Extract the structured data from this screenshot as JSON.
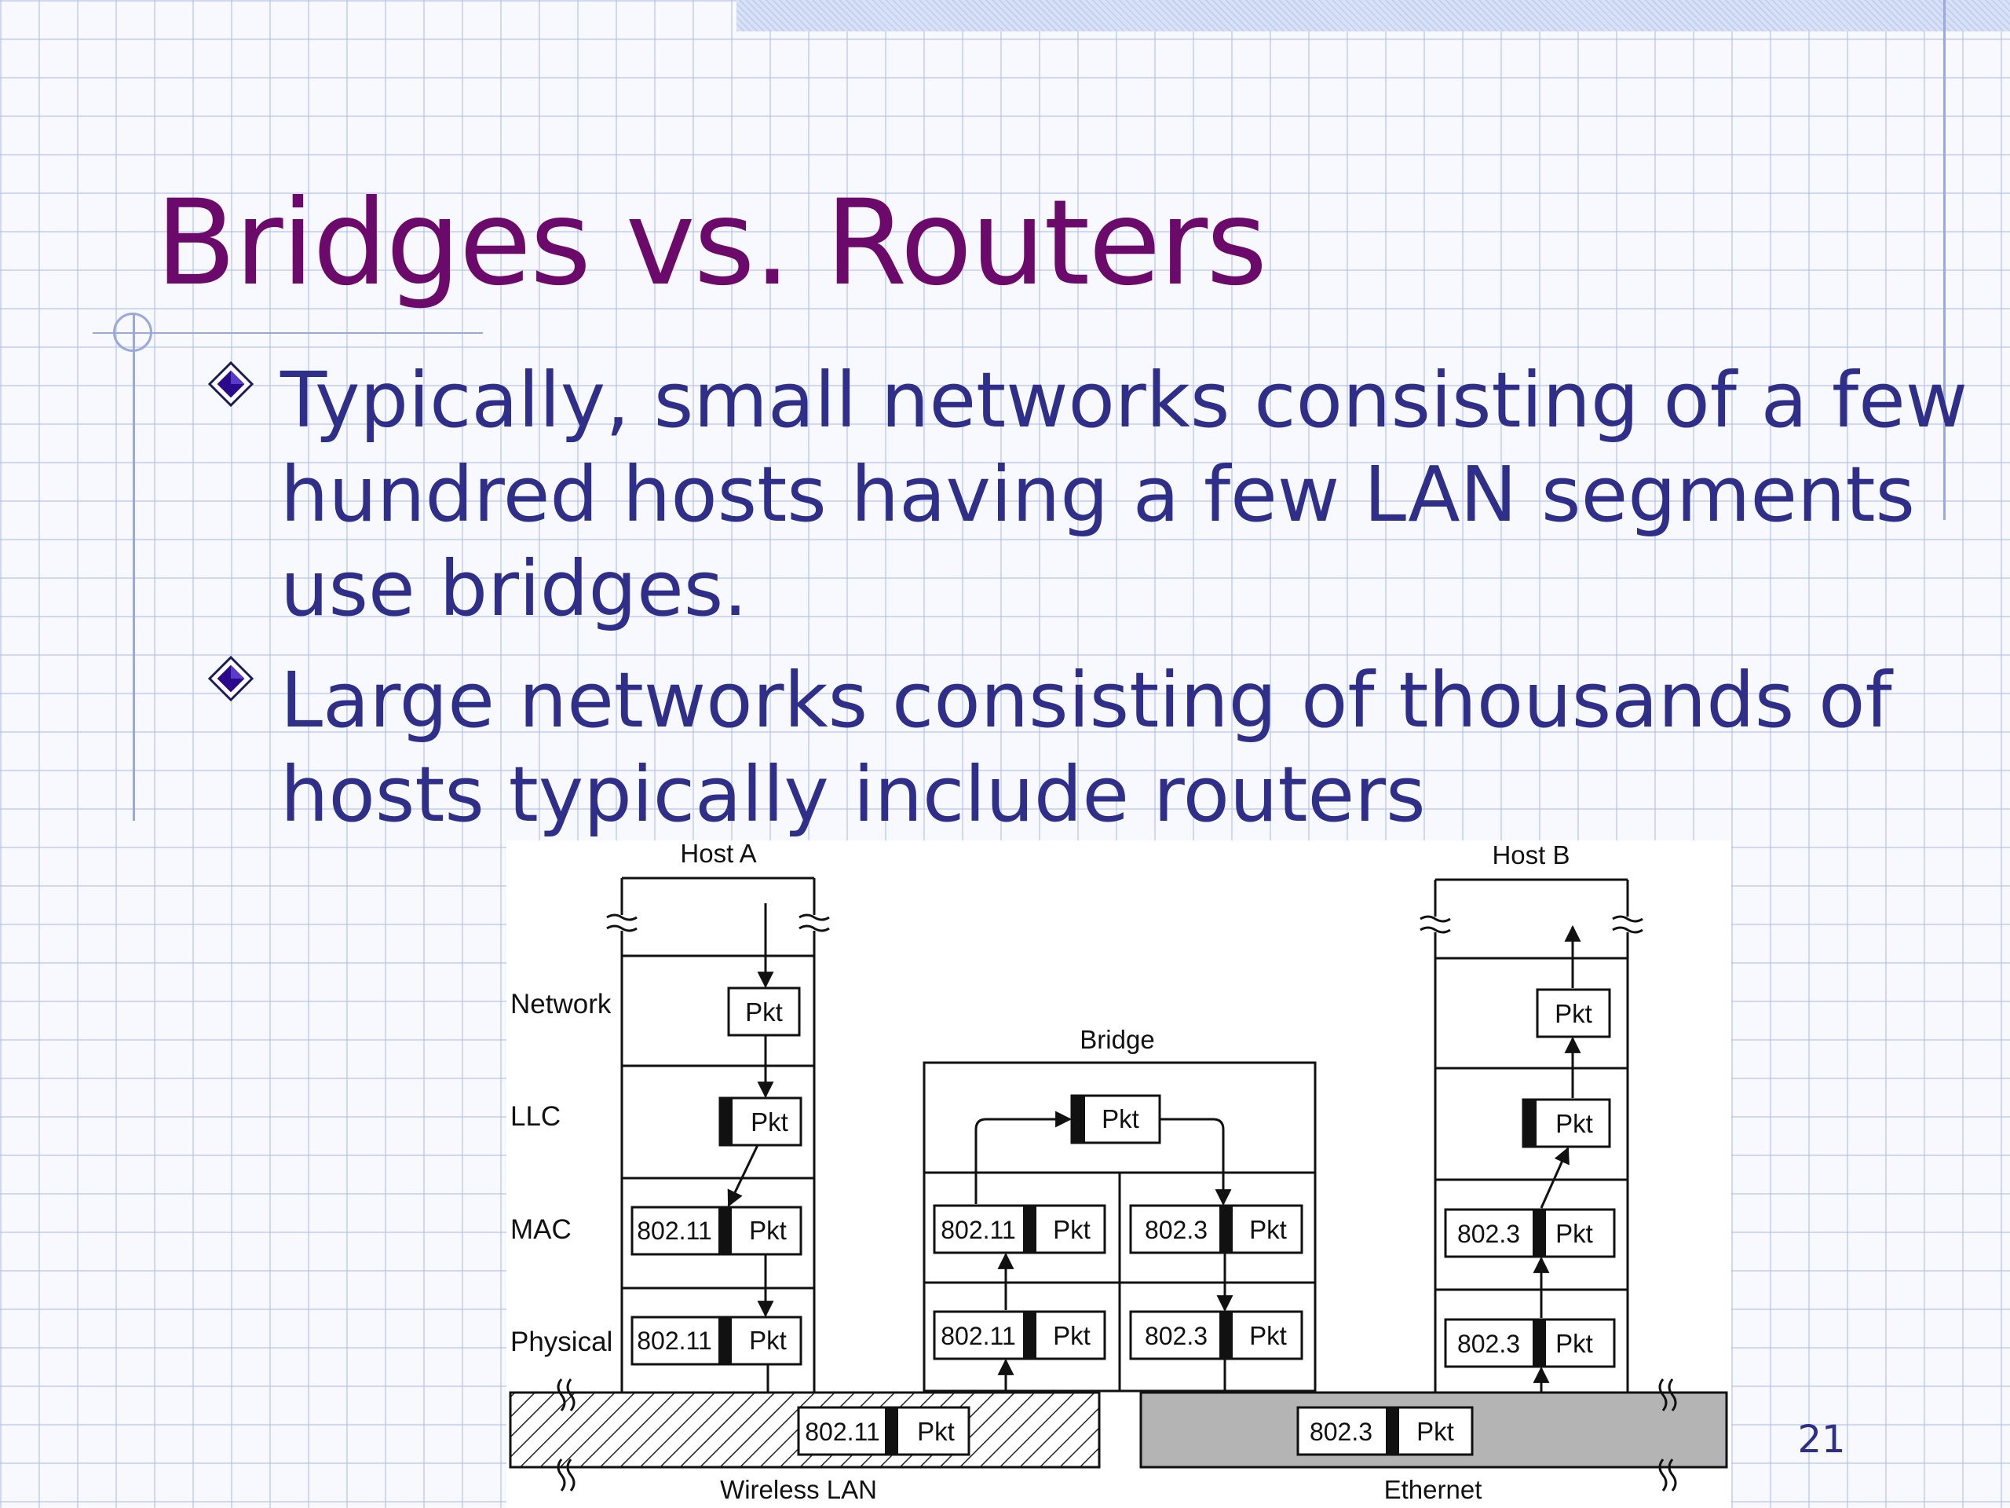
{
  "slide": {
    "title": "Bridges vs. Routers",
    "page_number": "21"
  },
  "bullets": [
    {
      "lines": [
        "Typically, small networks consisting of a few",
        "hundred hosts having a few LAN segments",
        "use bridges."
      ]
    },
    {
      "lines": [
        "Large networks consisting of thousands of",
        "hosts typically include routers"
      ]
    }
  ],
  "diagram": {
    "host_a": "Host A",
    "host_b": "Host B",
    "bridge": "Bridge",
    "layers": [
      "Network",
      "LLC",
      "MAC",
      "Physical"
    ],
    "pkt": "Pkt",
    "wireless_frame": "802.11",
    "ethernet_frame": "802.3",
    "wireless_lan": "Wireless LAN",
    "ethernet": "Ethernet"
  },
  "colors": {
    "title": "#6b0a6b",
    "body_text": "#2f2f8a",
    "bullet": "#2a0a8a",
    "ethernet_fill": "#b4b4b4"
  },
  "icons": {
    "bullet": "diamond-bullet-icon"
  }
}
